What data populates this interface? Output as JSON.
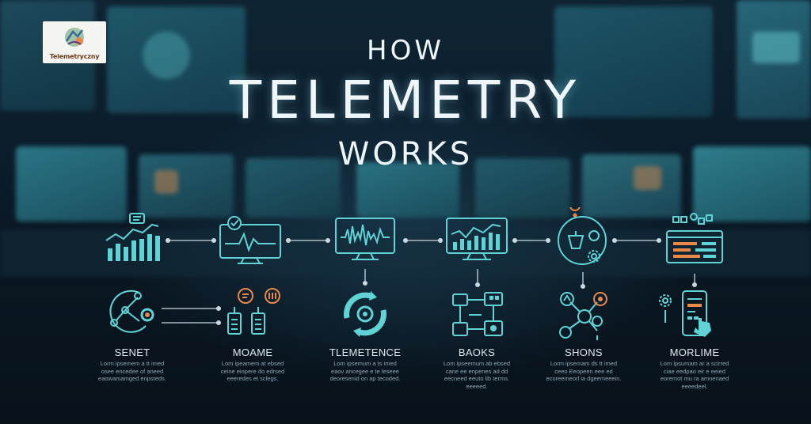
{
  "logo": {
    "text": "Telemetryczny"
  },
  "title": {
    "line1": "HOW",
    "line2": "TELEMETRY",
    "line3": "WORKS"
  },
  "colors": {
    "accent": "#5fd3d6",
    "highlight": "#e8894a",
    "background": "#0a1722"
  },
  "steps": [
    {
      "label": "SENET",
      "icon_top": "bar-chart-icon",
      "icon_bottom": "sensor-node-icon",
      "desc": [
        "Lorm ipsemem a tt imed",
        "osee encedee of aneed",
        "eaowamamged enpsteds."
      ]
    },
    {
      "label": "MOAME",
      "icon_top": "monitor-heartbeat-icon",
      "icon_bottom": "device-transfer-icon",
      "desc": [
        "Lom ipeamem at ebsed",
        "ceine einpere do edrsed",
        "eeeredes et sclegs."
      ]
    },
    {
      "label": "TLEMETENCE",
      "icon_top": "monitor-waveform-icon",
      "icon_bottom": "cycle-icon",
      "desc": [
        "Lom ipsemum a ts imed",
        "eaov ancegee e te leseee",
        "deoresenid on ap tecoded."
      ]
    },
    {
      "label": "BAOKS",
      "icon_top": "monitor-bar-chart-icon",
      "icon_bottom": "flowchart-icon",
      "desc": [
        "Lom ipseemum ab ebsed",
        "cane ee enpenes ad dd",
        "eecneed eeuto lib terms.",
        "eeeeed."
      ]
    },
    {
      "label": "SHONS",
      "icon_top": "alert-gear-icon",
      "icon_bottom": "network-share-icon",
      "desc": [
        "Lorm ipsemam ds tt imed",
        "ceeo Eeopeen eee ed",
        "ecoreemeorl ia dgeemeeein."
      ]
    },
    {
      "label": "MORLIME",
      "icon_top": "dashboard-panel-icon",
      "icon_bottom": "mobile-touch-icon",
      "desc": [
        "Lom ipsumam ar a scirred",
        "ciae eedpao eir e eeied",
        "eoremot mu ra amnenaed",
        "eeeedeel."
      ]
    }
  ]
}
